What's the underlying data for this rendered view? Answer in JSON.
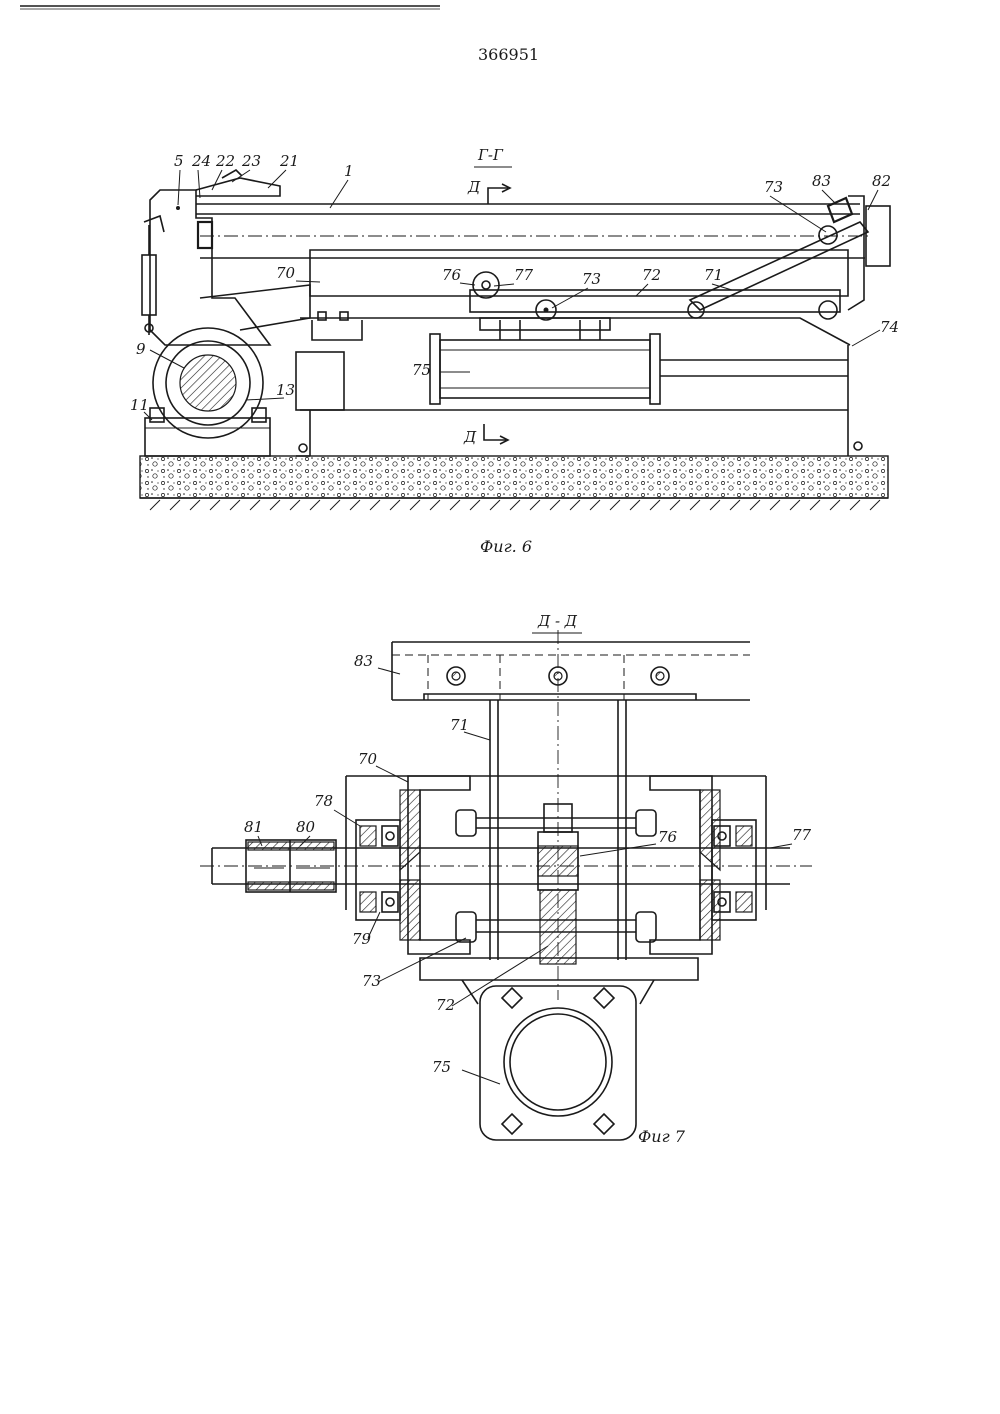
{
  "patent_number": "366951",
  "figure6": {
    "section_mark": "Г-Г",
    "cut_mark_top": "Д",
    "cut_mark_bottom": "Д",
    "caption": "Фиг. 6",
    "labels": {
      "l5": "5",
      "l24": "24",
      "l22": "22",
      "l23": "23",
      "l21": "21",
      "l1": "1",
      "l73": "73",
      "l83": "83",
      "l82": "82",
      "l70": "70",
      "l76": "76",
      "l77": "77",
      "l73b": "73",
      "l72": "72",
      "l71": "71",
      "l74": "74",
      "l9": "9",
      "l75": "75",
      "l13": "13",
      "l11": "11"
    }
  },
  "figure7": {
    "section_mark": "Д - Д",
    "caption": "Фиг 7",
    "labels": {
      "l83": "83",
      "l71": "71",
      "l70": "70",
      "l78": "78",
      "l81": "81",
      "l80": "80",
      "l76": "76",
      "l77": "77",
      "l79": "79",
      "l73": "73",
      "l72": "72",
      "l75": "75"
    }
  }
}
